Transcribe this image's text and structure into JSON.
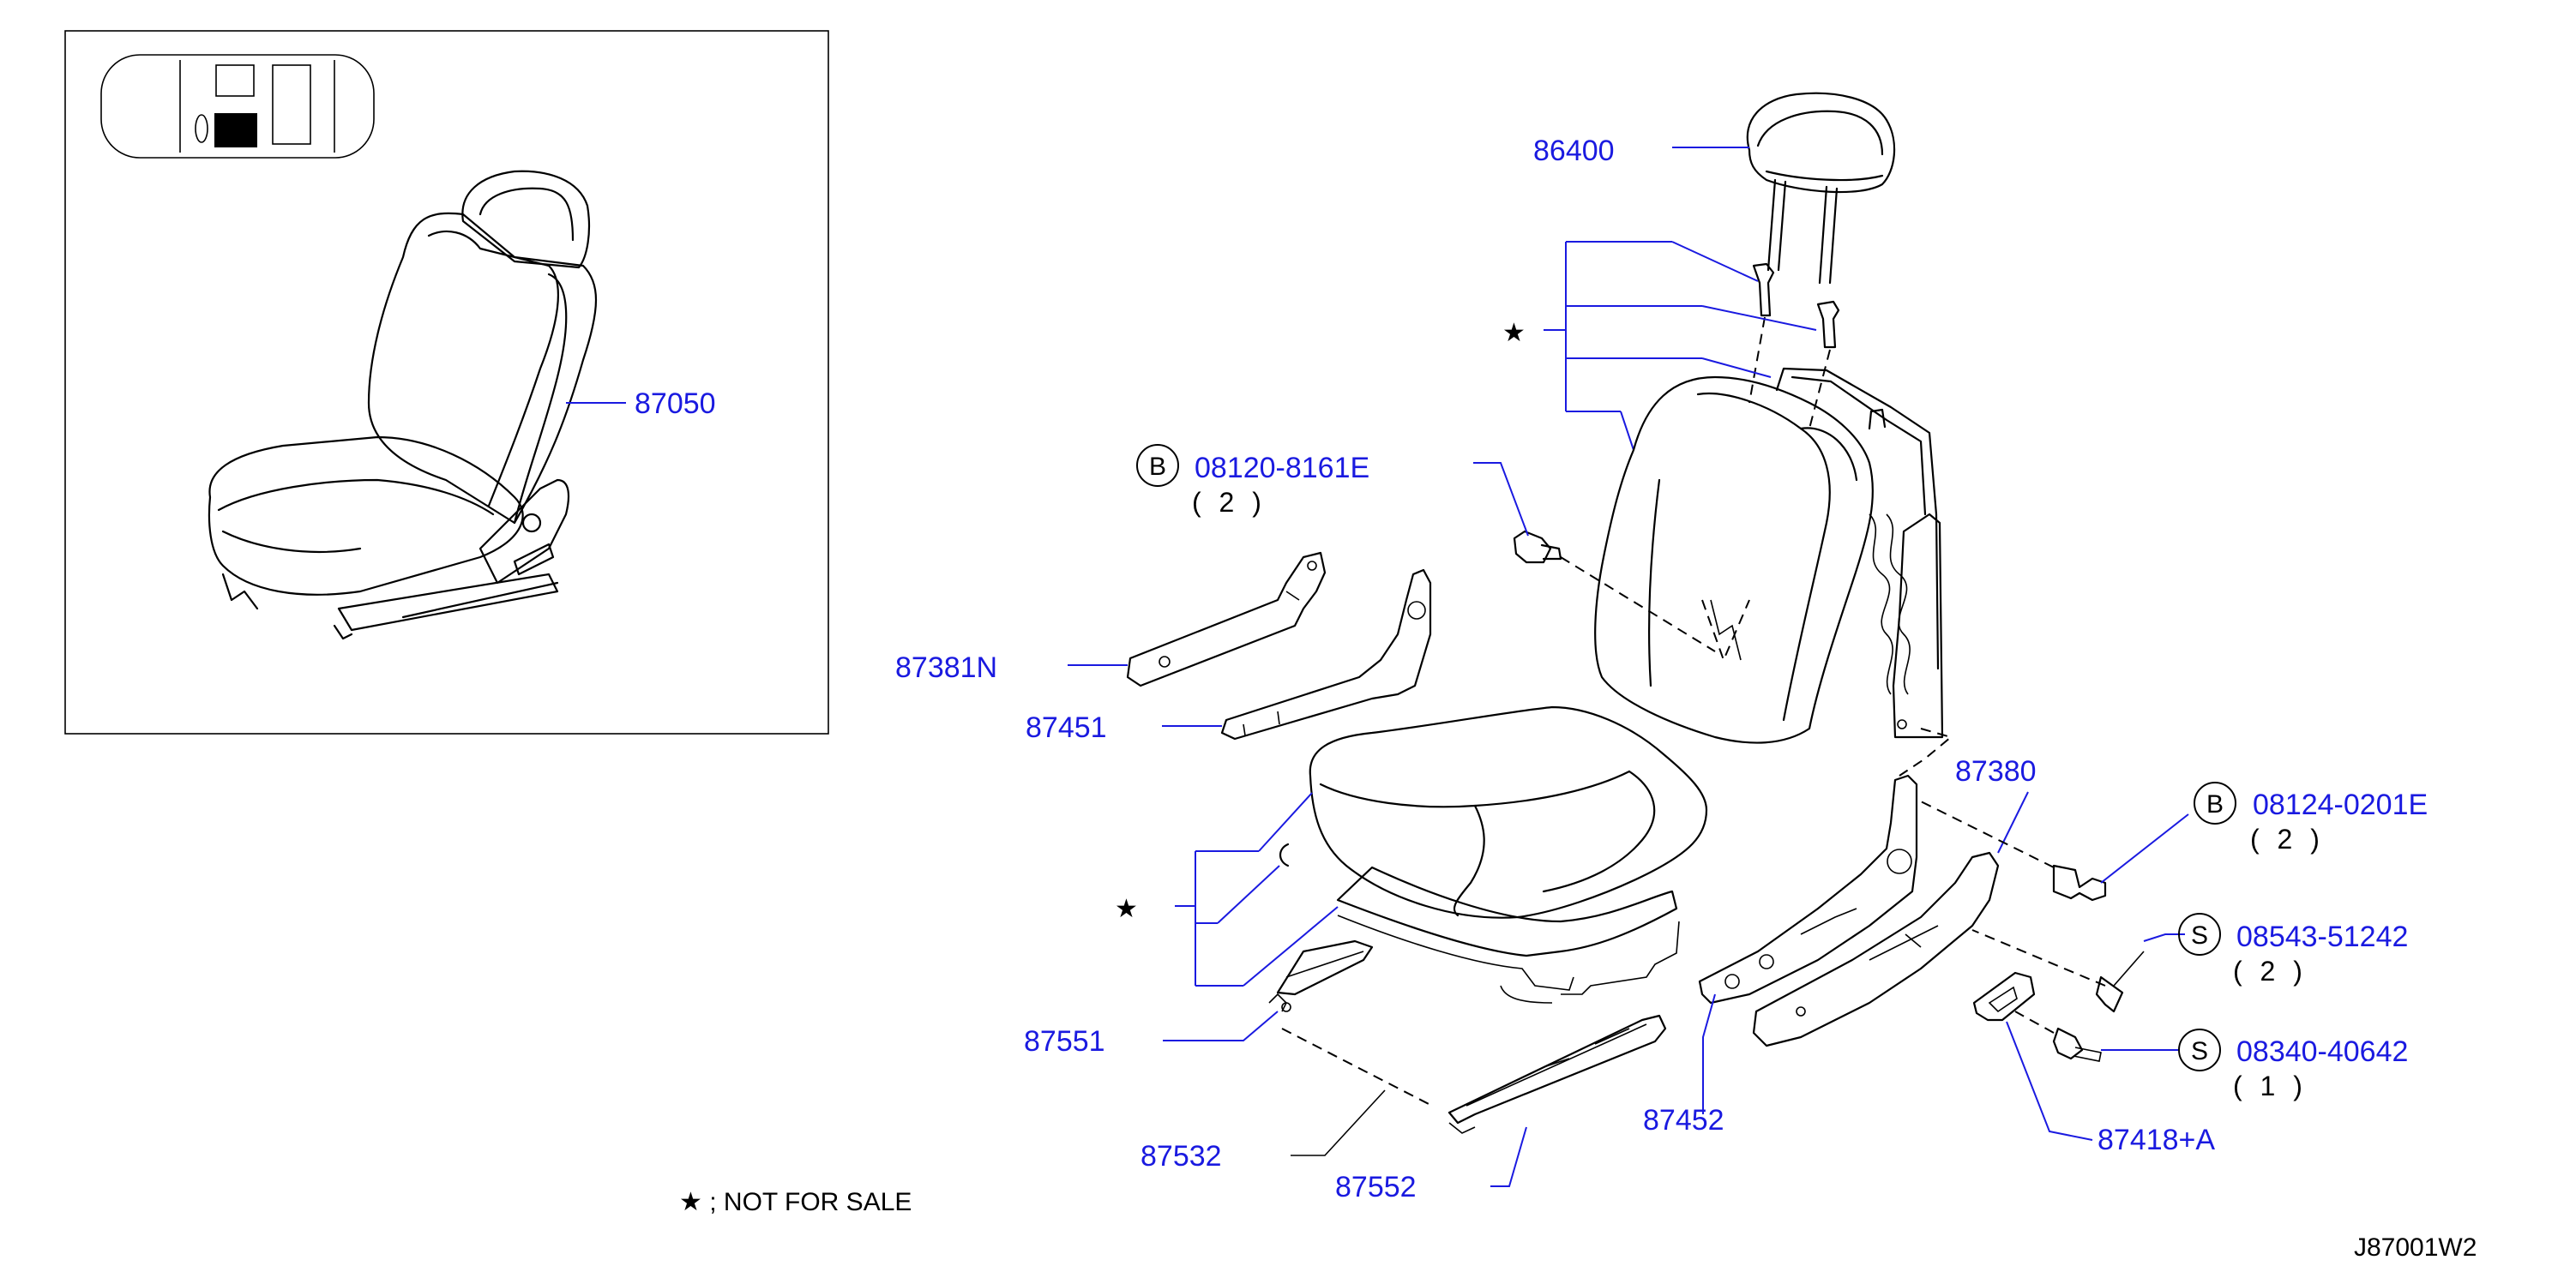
{
  "parts": {
    "p87050": "87050",
    "p86400": "86400",
    "p08120": "08120-8161E",
    "p08120_qty": "( 2 )",
    "p87381N": "87381N",
    "p87451": "87451",
    "p87380": "87380",
    "p08124": "08124-0201E",
    "p08124_qty": "( 2 )",
    "p08543": "08543-51242",
    "p08543_qty": "( 2 )",
    "p08340": "08340-40642",
    "p08340_qty": "( 1 )",
    "p87551": "87551",
    "p87452": "87452",
    "p87418": "87418+A",
    "p87532": "87532",
    "p87552": "87552"
  },
  "circles": {
    "B": "B",
    "S": "S"
  },
  "star": "★",
  "legend": "★ ;   NOT   FOR   SALE",
  "figure_id": "J87001W2",
  "colors": {
    "label": "#1a1ae0",
    "line": "#000000",
    "background": "#ffffff"
  }
}
